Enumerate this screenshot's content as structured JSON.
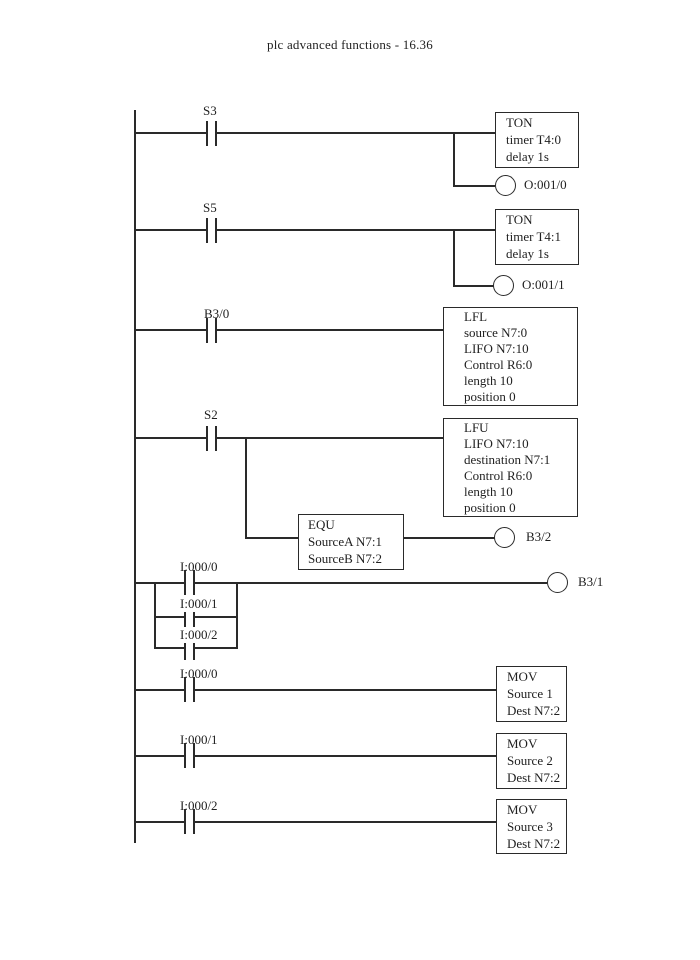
{
  "header": {
    "title": "plc advanced functions - 16.36"
  },
  "colors": {
    "ink": "#2a2a2a",
    "paper": "#ffffff"
  },
  "ladder": {
    "rung1": {
      "contact": "S3",
      "box": [
        "TON",
        "timer T4:0",
        "delay 1s"
      ],
      "coil": "O:001/0"
    },
    "rung2": {
      "contact": "S5",
      "box": [
        "TON",
        "timer T4:1",
        "delay 1s"
      ],
      "coil": "O:001/1"
    },
    "rung3": {
      "contact": "B3/0",
      "box": [
        "LFL",
        "source N7:0",
        "LIFO N7:10",
        "Control R6:0",
        "length 10",
        "position 0"
      ]
    },
    "rung4": {
      "contact": "S2",
      "box": [
        "LFU",
        "LIFO N7:10",
        "destination N7:1",
        "Control R6:0",
        "length 10",
        "position 0"
      ],
      "equ_box": [
        "EQU",
        "SourceA N7:1",
        "SourceB N7:2"
      ],
      "coil": "B3/2"
    },
    "rung5": {
      "contact_top": "I:000/0",
      "contact_mid": "I:000/1",
      "contact_bottom": "I:000/2",
      "coil": "B3/1"
    },
    "rung6": {
      "contact": "I:000/0",
      "box": [
        "MOV",
        "Source 1",
        "Dest N7:2"
      ]
    },
    "rung7": {
      "contact": "I:000/1",
      "box": [
        "MOV",
        "Source 2",
        "Dest N7:2"
      ]
    },
    "rung8": {
      "contact": "I:000/2",
      "box": [
        "MOV",
        "Source 3",
        "Dest N7:2"
      ]
    }
  }
}
